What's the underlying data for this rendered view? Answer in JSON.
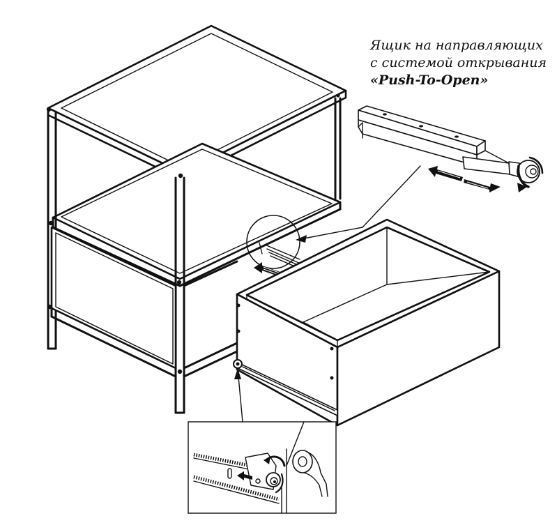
{
  "caption": {
    "line1": "Ящик на направляющих",
    "line2": "с системой открывания",
    "line3": "«Push-To-Open»"
  }
}
